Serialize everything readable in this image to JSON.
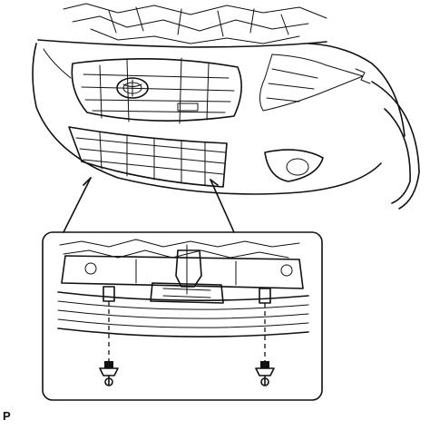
{
  "figure": {
    "reference_mark": "P",
    "colors": {
      "line": "#111111",
      "background": "#ffffff"
    },
    "parts": [
      "vehicle-front-view",
      "lower-grille-detail",
      "clip-left",
      "clip-right"
    ]
  }
}
